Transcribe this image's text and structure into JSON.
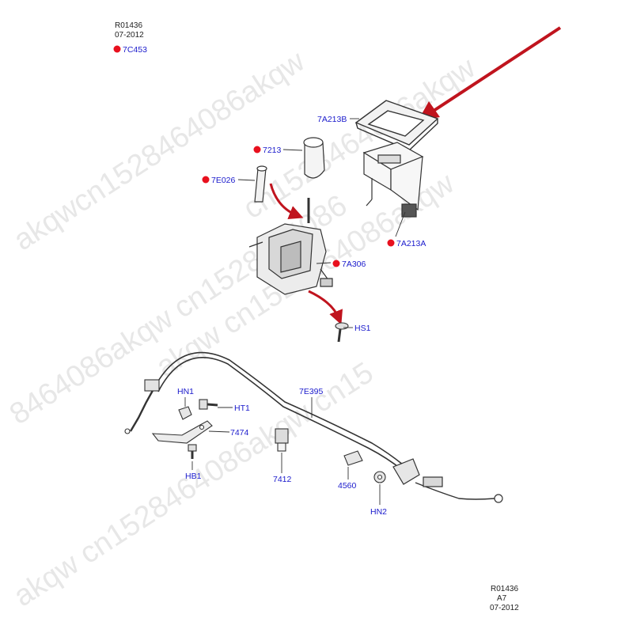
{
  "header": {
    "ref": "R01436",
    "date": "07-2012"
  },
  "footer": {
    "ref": "R01436",
    "sub": "A7",
    "date": "07-2012"
  },
  "watermarks": [
    "akqwcn1528464086akqw",
    "cn1528464086akqw",
    "akqw cn1528464086akqw",
    "8464086akqw cn1528464086",
    "akqw cn1528464086akqw cn15"
  ],
  "colors": {
    "label": "#1a1acc",
    "dot": "#e8101e",
    "arrow": "#c0141e",
    "line": "#333333"
  },
  "parts": {
    "p7C453": "7C453",
    "p7A213B": "7A213B",
    "p7213": "7213",
    "p7E026": "7E026",
    "p7A213A": "7A213A",
    "p7A306": "7A306",
    "pHS1": "HS1",
    "pHN1": "HN1",
    "pHT1": "HT1",
    "p7474": "7474",
    "pHB1": "HB1",
    "p7E395": "7E395",
    "p7412": "7412",
    "p4560": "4560",
    "pHN2": "HN2"
  }
}
